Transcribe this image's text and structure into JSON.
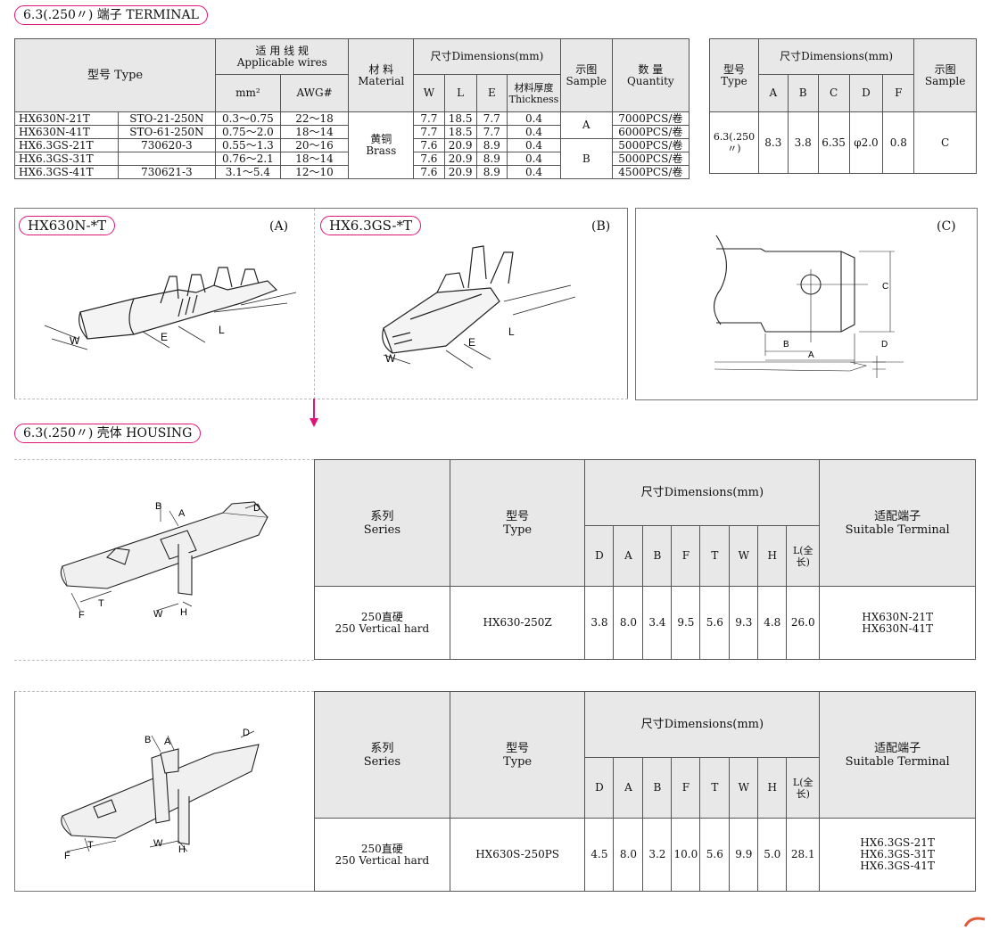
{
  "section1": {
    "title": "6.3(.250〃) 端子 TERMINAL"
  },
  "section2": {
    "title": "6.3(.250〃) 壳体 HOUSING"
  },
  "term_table": {
    "h_type": "型号 Type",
    "h_wires_cn": "适 用 线 规",
    "h_wires_en": "Applicable wires",
    "h_mm2": "mm²",
    "h_awg": "AWG#",
    "h_material_cn": "材 料",
    "h_material_en": "Material",
    "h_dim": "尺寸Dimensions(mm)",
    "h_w": "W",
    "h_l": "L",
    "h_e": "E",
    "h_thick_cn": "材料厚度",
    "h_thick_en": "Thickness",
    "h_sample_cn": "示图",
    "h_sample_en": "Sample",
    "h_qty_cn": "数 量",
    "h_qty_en": "Quantity",
    "material_cn": "黄铜",
    "material_en": "Brass",
    "sample_a": "A",
    "sample_b": "B",
    "rows": [
      {
        "type1": "HX630N-21T",
        "type2": "STO-21-250N",
        "mm2": "0.3～0.75",
        "awg": "22～18",
        "w": "7.7",
        "l": "18.5",
        "e": "7.7",
        "t": "0.4",
        "qty": "7000PCS/卷"
      },
      {
        "type1": "HX630N-41T",
        "type2": "STO-61-250N",
        "mm2": "0.75～2.0",
        "awg": "18～14",
        "w": "7.7",
        "l": "18.5",
        "e": "7.7",
        "t": "0.4",
        "qty": "6000PCS/卷"
      },
      {
        "type1": "HX6.3GS-21T",
        "type2": "730620-3",
        "mm2": "0.55～1.3",
        "awg": "20～16",
        "w": "7.6",
        "l": "20.9",
        "e": "8.9",
        "t": "0.4",
        "qty": "5000PCS/卷"
      },
      {
        "type1": "HX6.3GS-31T",
        "type2": "",
        "mm2": "0.76～2.1",
        "awg": "18～14",
        "w": "7.6",
        "l": "20.9",
        "e": "8.9",
        "t": "0.4",
        "qty": "5000PCS/卷"
      },
      {
        "type1": "HX6.3GS-41T",
        "type2": "730621-3",
        "mm2": "3.1～5.4",
        "awg": "12～10",
        "w": "7.6",
        "l": "20.9",
        "e": "8.9",
        "t": "0.4",
        "qty": "4500PCS/卷"
      }
    ]
  },
  "tab_table": {
    "h_type_cn": "型号",
    "h_type_en": "Type",
    "h_dim": "尺寸Dimensions(mm)",
    "cols": [
      "A",
      "B",
      "C",
      "D",
      "F"
    ],
    "h_sample_cn": "示图",
    "h_sample_en": "Sample",
    "row": {
      "type": "6.3(.250〃)",
      "a": "8.3",
      "b": "3.8",
      "c": "6.35",
      "d": "φ2.0",
      "f": "0.8",
      "sample": "C"
    }
  },
  "panels": {
    "a_title": "HX630N-*T",
    "a_letter": "(A)",
    "b_title": "HX6.3GS-*T",
    "b_letter": "(B)",
    "c_letter": "(C)"
  },
  "dim_labels": {
    "w": "W",
    "e": "E",
    "l": "L",
    "a": "A",
    "b": "B",
    "c": "C",
    "d": "D",
    "f": "F",
    "t": "T",
    "h": "H"
  },
  "housing1": {
    "h_series_cn": "系列",
    "h_series_en": "Series",
    "h_type_cn": "型号",
    "h_type_en": "Type",
    "h_dim": "尺寸Dimensions(mm)",
    "cols": [
      "D",
      "A",
      "B",
      "F",
      "T",
      "W",
      "H",
      "L(全长)"
    ],
    "h_suit_cn": "适配端子",
    "h_suit_en": "Suitable Terminal",
    "series_cn": "250直硬",
    "series_en": "250 Vertical hard",
    "type": "HX630-250Z",
    "vals": [
      "3.8",
      "8.0",
      "3.4",
      "9.5",
      "5.6",
      "9.3",
      "4.8",
      "26.0"
    ],
    "suit": [
      "HX630N-21T",
      "HX630N-41T"
    ]
  },
  "housing2": {
    "h_series_cn": "系列",
    "h_series_en": "Series",
    "h_type_cn": "型号",
    "h_type_en": "Type",
    "h_dim": "尺寸Dimensions(mm)",
    "cols": [
      "D",
      "A",
      "B",
      "F",
      "T",
      "W",
      "H",
      "L(全长)"
    ],
    "h_suit_cn": "适配端子",
    "h_suit_en": "Suitable Terminal",
    "series_cn": "250直硬",
    "series_en": "250 Vertical hard",
    "type": "HX630S-250PS",
    "vals": [
      "4.5",
      "8.0",
      "3.2",
      "10.0",
      "5.6",
      "9.9",
      "5.0",
      "28.1"
    ],
    "suit": [
      "HX6.3GS-21T",
      "HX6.3GS-31T",
      "HX6.3GS-41T"
    ]
  },
  "colors": {
    "accent": "#e0157a",
    "header_bg": "#e8e8e8"
  }
}
